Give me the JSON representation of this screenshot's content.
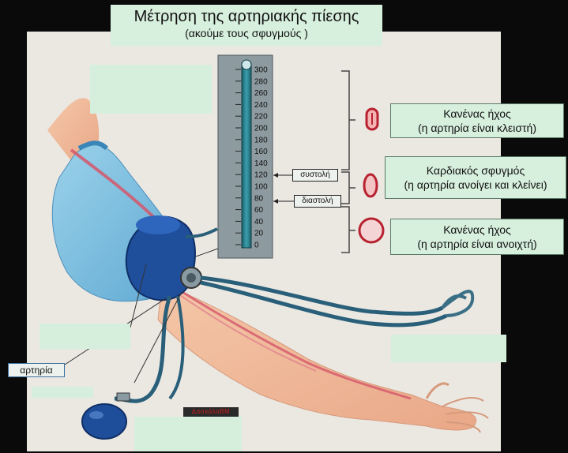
{
  "title": "Μέτρηση της αρτηριακής πίεσης",
  "subtitle": "(ακούμε τους σφυγμούς )",
  "scale_values": [
    "300",
    "280",
    "260",
    "240",
    "220",
    "200",
    "180",
    "160",
    "140",
    "120",
    "100",
    "80",
    "60",
    "40",
    "20",
    "0"
  ],
  "labels": {
    "systolic": "συστολή",
    "diastolic": "διαστολή",
    "artery": "αρτηρία"
  },
  "artery_states": [
    {
      "line1": "Κανένας ήχος",
      "line2": "(η αρτηρία είναι κλειστή)"
    },
    {
      "line1": "Καρδιακός σφυγμός",
      "line2": "(η αρτηρία ανοίγει και κλείνει)"
    },
    {
      "line1": "Κανένας ήχος",
      "line2": "(η αρτηρία είναι ανοιχτή)"
    }
  ],
  "watermark": "ΔασκάλαΒΜ",
  "colors": {
    "background": "#0a0a0a",
    "label_box": "#d7efdd",
    "artery_red": "#c8323c",
    "cuff_blue": "#1f4e9a",
    "tube_blue": "#2a5f7a"
  }
}
